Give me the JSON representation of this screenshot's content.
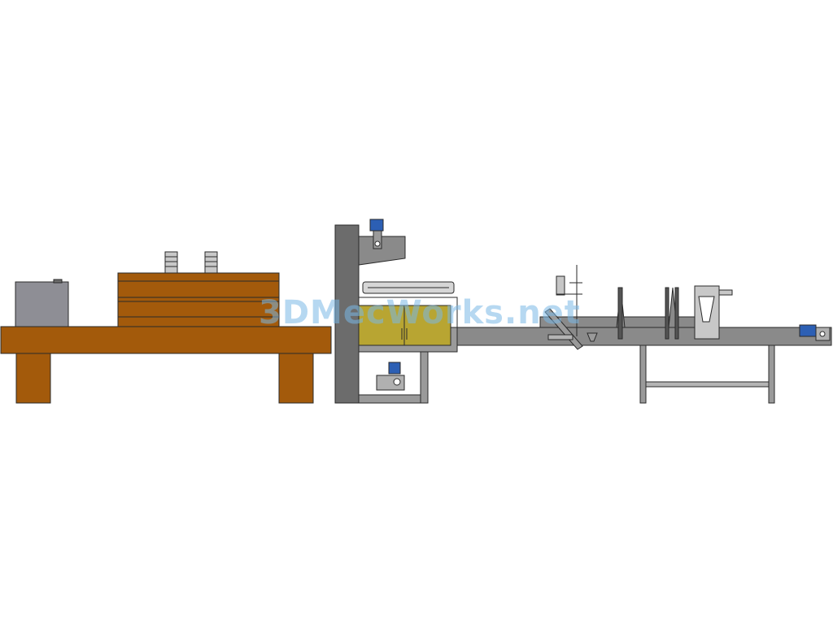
{
  "watermark": {
    "text": "3DMecWorks.net"
  },
  "colors": {
    "background": "#ffffff",
    "orange": "#a35a0b",
    "gray_frame": "#6c6c6c",
    "gray_conveyor": "#8a8a8a",
    "gray_panel": "#9a9a9a",
    "yellow_panel": "#b8a532",
    "motor_blue": "#2c5fb4",
    "outline": "#2a2a2a"
  },
  "components": [
    {
      "name": "shrink-tunnel",
      "icon": "heat-tunnel-icon"
    },
    {
      "name": "control-box",
      "icon": "cabinet-icon"
    },
    {
      "name": "sealing-station",
      "icon": "sealer-frame-icon"
    },
    {
      "name": "infeed-conveyor",
      "icon": "conveyor-icon"
    },
    {
      "name": "gear-motor",
      "icon": "motor-icon"
    }
  ]
}
